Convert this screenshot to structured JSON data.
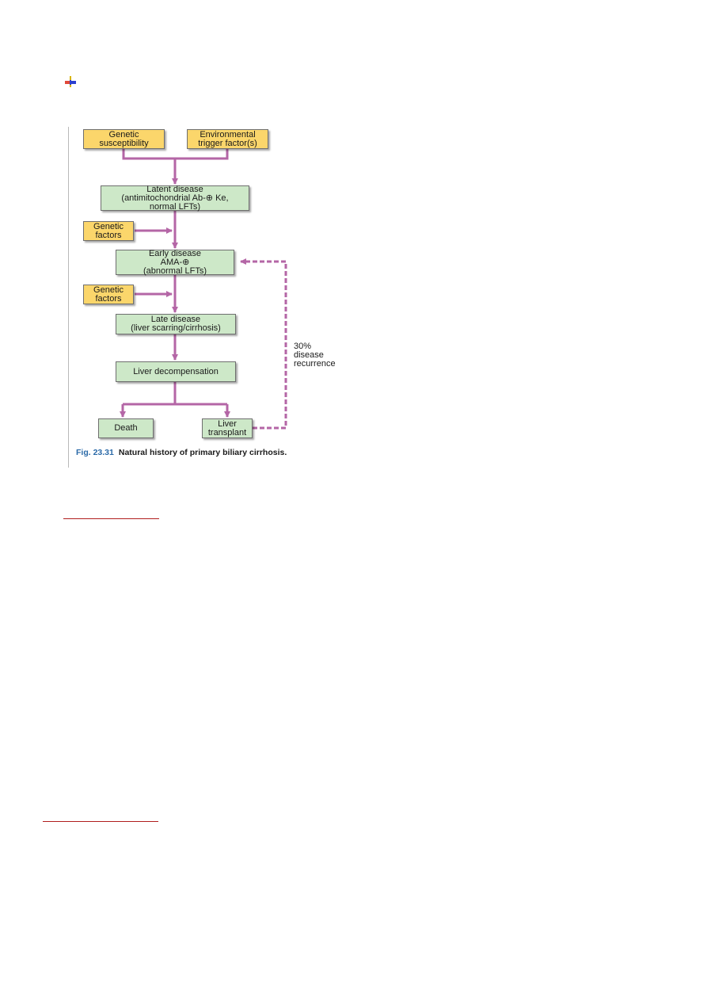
{
  "figure": {
    "nodes": {
      "genetic_susceptibility": "Genetic\nsusceptibility",
      "environmental_trigger": "Environmental\ntrigger factor(s)",
      "latent_disease": "Latent disease\n(antimitochondrial Ab-⊕ Ke,\nnormal LFTs)",
      "genetic_factors_1": "Genetic\nfactors",
      "early_disease": "Early disease\nAMA-⊕\n(abnormal LFTs)",
      "genetic_factors_2": "Genetic\nfactors",
      "late_disease": "Late disease\n(liver scarring/cirrhosis)",
      "liver_decompensation": "Liver decompensation",
      "death": "Death",
      "liver_transplant": "Liver\ntransplant"
    },
    "recurrence_label": "30% disease\nrecurrence",
    "caption_number": "Fig. 23.31",
    "caption_text": "Natural history of primary biliary cirrhosis."
  },
  "colors": {
    "arrow": "#b466a6",
    "yellow_box": "#fbd66b",
    "green_box": "#cde8c8",
    "caption_number": "#2b6aa8",
    "underline": "#b01e1e"
  },
  "icons": {
    "bullet": "plus-bullet-icon"
  }
}
